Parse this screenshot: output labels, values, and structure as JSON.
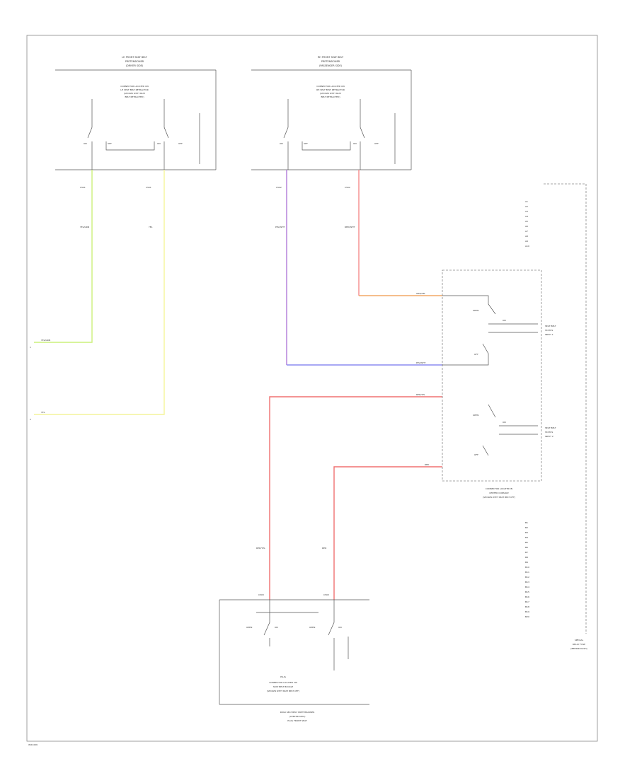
{
  "diagram": {
    "footer_code": "W/D-006",
    "components": {
      "top_left": {
        "title_lines": [
          "LH FRONT SEAT BELT",
          "PRETENSIONER",
          "(DRIVER SIDE)"
        ],
        "inner_lines": [
          "CONNECTOR LOCATED ON",
          "LH SEAT BELT RETRACTOR",
          "(SHOWN WITH SEAT",
          "BELT RETRACTED)"
        ],
        "switch_labels": [
          "ON",
          "OFF",
          "ON",
          "OFF"
        ],
        "pin_labels": [
          "C501",
          "C501"
        ],
        "wire_labels": [
          "YEL/GRN",
          "YEL"
        ]
      },
      "top_middle": {
        "title_lines": [
          "RH FRONT SEAT BELT",
          "PRETENSIONER",
          "(PASSENGER SIDE)"
        ],
        "inner_lines": [
          "CONNECTOR LOCATED ON",
          "RH SEAT BELT RETRACTOR",
          "(SHOWN WITH SEAT",
          "BELT RETRACTED)"
        ],
        "switch_labels": [
          "ON",
          "OFF",
          "ON",
          "OFF"
        ],
        "pin_labels": [
          "C502",
          "C502"
        ],
        "wire_labels": [
          "PPL/WHT",
          "RED/WHT"
        ]
      },
      "right_module": {
        "wire_labels": [
          "ORN/YEL",
          "PPL/WHT",
          "RED/YEL",
          "RED"
        ],
        "switch_labels": [
          "OPEN",
          "ON",
          "OFF",
          "OPEN",
          "ON",
          "OFF"
        ],
        "output_labels": [
          "SEAT BELT",
          "STATUS",
          "INPUT 1",
          "SEAT BELT",
          "STATUS",
          "INPUT 2"
        ],
        "caption_lines": [
          "CONNECTOR LOCATED IN",
          "CENTER CONSOLE",
          "(SHOWN WITH SEAT BELT OFF)"
        ]
      },
      "bottom": {
        "wire_labels": [
          "RED/YEL",
          "RED"
        ],
        "pin_labels": [
          "C503",
          "C503"
        ],
        "switch_labels": [
          "OPEN",
          "ON",
          "OPEN",
          "ON"
        ],
        "inner_label": "PLUG",
        "inner_lines": [
          "CONNECTOR LOCATED ON",
          "SEAT BELT BUCKLE",
          "(SHOWN WITH SEAT BELT OFF)"
        ],
        "caption_lines": [
          "REAR SEAT BELT PRETENSIONER",
          "(CENTER SEAT)",
          "PLUG FRONT SEAT"
        ]
      },
      "srs_unit": {
        "pin_column_top": [
          "A1",
          "A2",
          "A3",
          "A4",
          "A5",
          "A6",
          "A7",
          "A8",
          "A9",
          "A10"
        ],
        "pin_column_bottom": [
          "B1",
          "B2",
          "B3",
          "B4",
          "B5",
          "B6",
          "B7",
          "B8",
          "B9",
          "B10",
          "B11",
          "B12",
          "B13",
          "B14",
          "B15",
          "B16",
          "B17",
          "B18",
          "B19",
          "B20"
        ],
        "caption_lines": [
          "SPECIAL",
          "RELAY FUSE",
          "(BEHIND DASH)"
        ]
      },
      "left_edge": {
        "wire_labels": [
          "YEL/GRN",
          "YEL"
        ],
        "pins": [
          "1",
          "2"
        ]
      }
    },
    "colors": {
      "yel_grn": "#ccf07a",
      "yel": "#f4f49a",
      "ppl": "#b07ad8",
      "red_wht": "#f58c8c",
      "orn": "#f2a866",
      "blu_wht": "#8c8cf0",
      "red": "#f07070"
    }
  }
}
